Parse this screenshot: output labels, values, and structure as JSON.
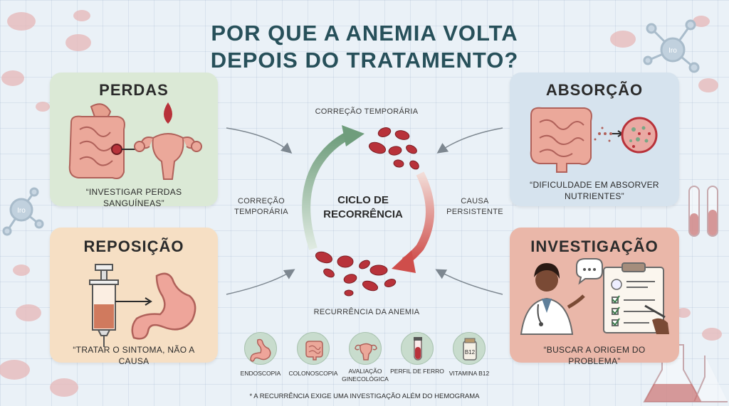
{
  "title": [
    "POR QUE A ANEMIA VOLTA",
    "DEPOIS DO TRATAMENTO?"
  ],
  "cards": {
    "perdas": {
      "title": "PERDAS",
      "quote": "“INVESTIGAR PERDAS SANGUÍNEAS”"
    },
    "absorcao": {
      "title": "ABSORÇÃO",
      "quote": "“DIFICULDADE EM ABSORVER NUTRIENTES”"
    },
    "reposicao": {
      "title": "REPOSIÇÃO",
      "quote": "“TRATAR O SINTOMA, NÃO A CAUSA"
    },
    "investigacao": {
      "title": "INVESTIGAÇÃO",
      "quote": "“BUSCAR A ORIGEM DO PROBLEMA”"
    }
  },
  "cycle": {
    "top_label": "CORREÇÃO TEMPORÁRIA",
    "left_label": "CORREÇÃO TEMPORÁRIA",
    "right_label": "CAUSA PERSISTENTE",
    "center_label": "CICLO DE RECORRÊNCIA",
    "bottom_label": "RECURRÊNCIA DA ANEMIA"
  },
  "tests": [
    {
      "label": "ENDOSCOPIA",
      "icon": "stomach-icon"
    },
    {
      "label": "COLONOSCOPIA",
      "icon": "colon-icon"
    },
    {
      "label": "AVALIAÇÃO GINECOLÓGICA",
      "icon": "uterus-icon"
    },
    {
      "label": "PERFIL DE FERRO",
      "icon": "blood-tube-icon"
    },
    {
      "label": "VITAMINA B12",
      "icon": "vitamin-bottle-icon"
    }
  ],
  "decor": {
    "molecule_label": "Iro",
    "vitamin_bottle_label": "B12"
  },
  "footnote": "* A RECURRÊNCIA EXIGE UMA INVESTIGAÇÃO ALÉM DO HEMOGRAMA",
  "colors": {
    "title": "#27505a",
    "perdas_bg": "#dbe9d6",
    "absorcao_bg": "#d6e3ee",
    "reposicao_bg": "#f6dfc4",
    "investigacao_bg": "#eab7a9",
    "blood_cell": "#b8323a",
    "arrow_green": "#6f9d7c",
    "arrow_red": "#cf4e4b"
  }
}
